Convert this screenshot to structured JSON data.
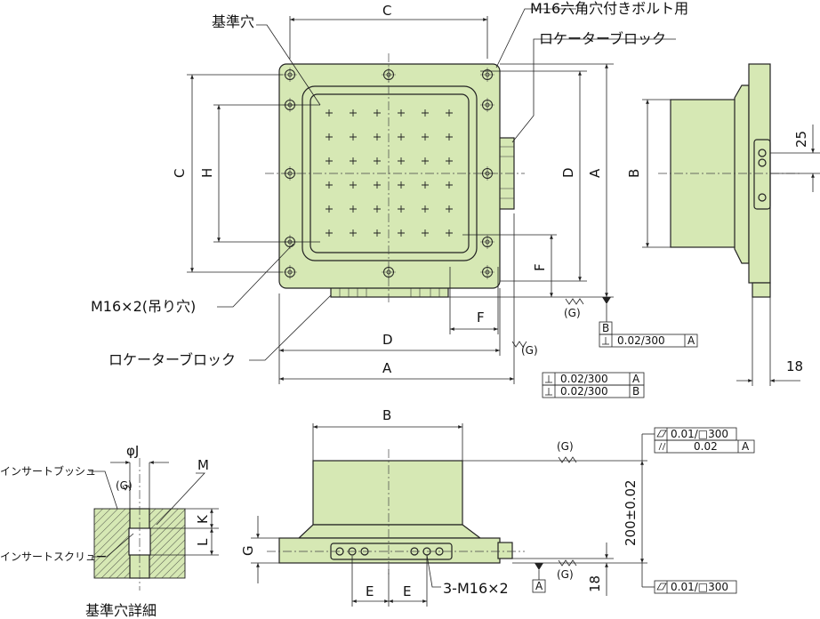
{
  "labels": {
    "kijun_ana": "基準穴",
    "m16_bolt": "M16六角穴付きボルト用",
    "locator_block_top": "ロケーターブロック",
    "locator_block_bottom": "ロケーターブロック",
    "m16_suspend": "M16×2(吊り穴)",
    "three_m16": "3-M16×2",
    "insert_bush": "インサートブッシュ",
    "insert_screw": "インサートスクリュー",
    "detail_title": "基準穴詳細"
  },
  "dimensions": {
    "C_top": "C",
    "C_left": "C",
    "H": "H",
    "D_vert": "D",
    "A_vert": "A",
    "B_side": "B",
    "F_vert": "F",
    "F_horiz": "F",
    "D_horiz": "D",
    "A_horiz": "A",
    "B_bottom": "B",
    "dim_25": "25",
    "dim_18_side": "18",
    "dim_18_bottom": "18",
    "phi_J": "φJ",
    "M": "M",
    "K": "K",
    "L": "L",
    "G": "G",
    "E1": "E",
    "E2": "E",
    "height_200": "200±0.02"
  },
  "tolerances": {
    "g_mark": "(G)",
    "perp_value": "0.02/300",
    "datum_A": "A",
    "datum_B": "B",
    "flat_value": "0.01/□300",
    "parallel_value": "0.02"
  }
}
